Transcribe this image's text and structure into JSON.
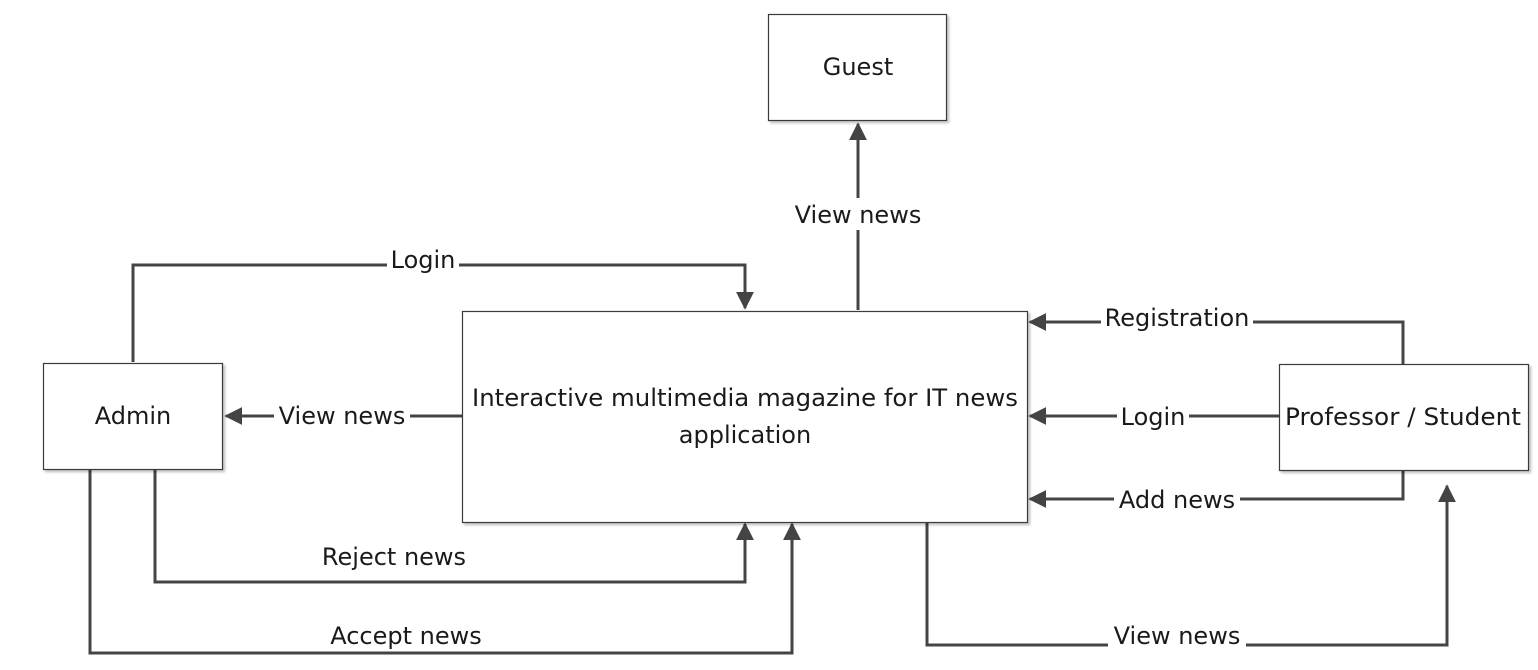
{
  "nodes": {
    "guest": {
      "label": "Guest"
    },
    "admin": {
      "label": "Admin"
    },
    "system": {
      "label_line1": "Interactive multimedia magazine for IT news",
      "label_line2": "application"
    },
    "professor_student": {
      "label": "Professor / Student"
    }
  },
  "flows": {
    "system_to_guest": {
      "label": "View news"
    },
    "admin_login": {
      "label": "Login"
    },
    "system_to_admin": {
      "label": "View news"
    },
    "admin_reject": {
      "label": "Reject news"
    },
    "admin_accept": {
      "label": "Accept news"
    },
    "ps_registration": {
      "label": "Registration"
    },
    "ps_login": {
      "label": "Login"
    },
    "ps_add_news": {
      "label": "Add news"
    },
    "system_to_ps": {
      "label": "View news"
    }
  },
  "colors": {
    "line": "#444444",
    "box_border": "#3a3a3a",
    "text": "#1a1a1a"
  }
}
